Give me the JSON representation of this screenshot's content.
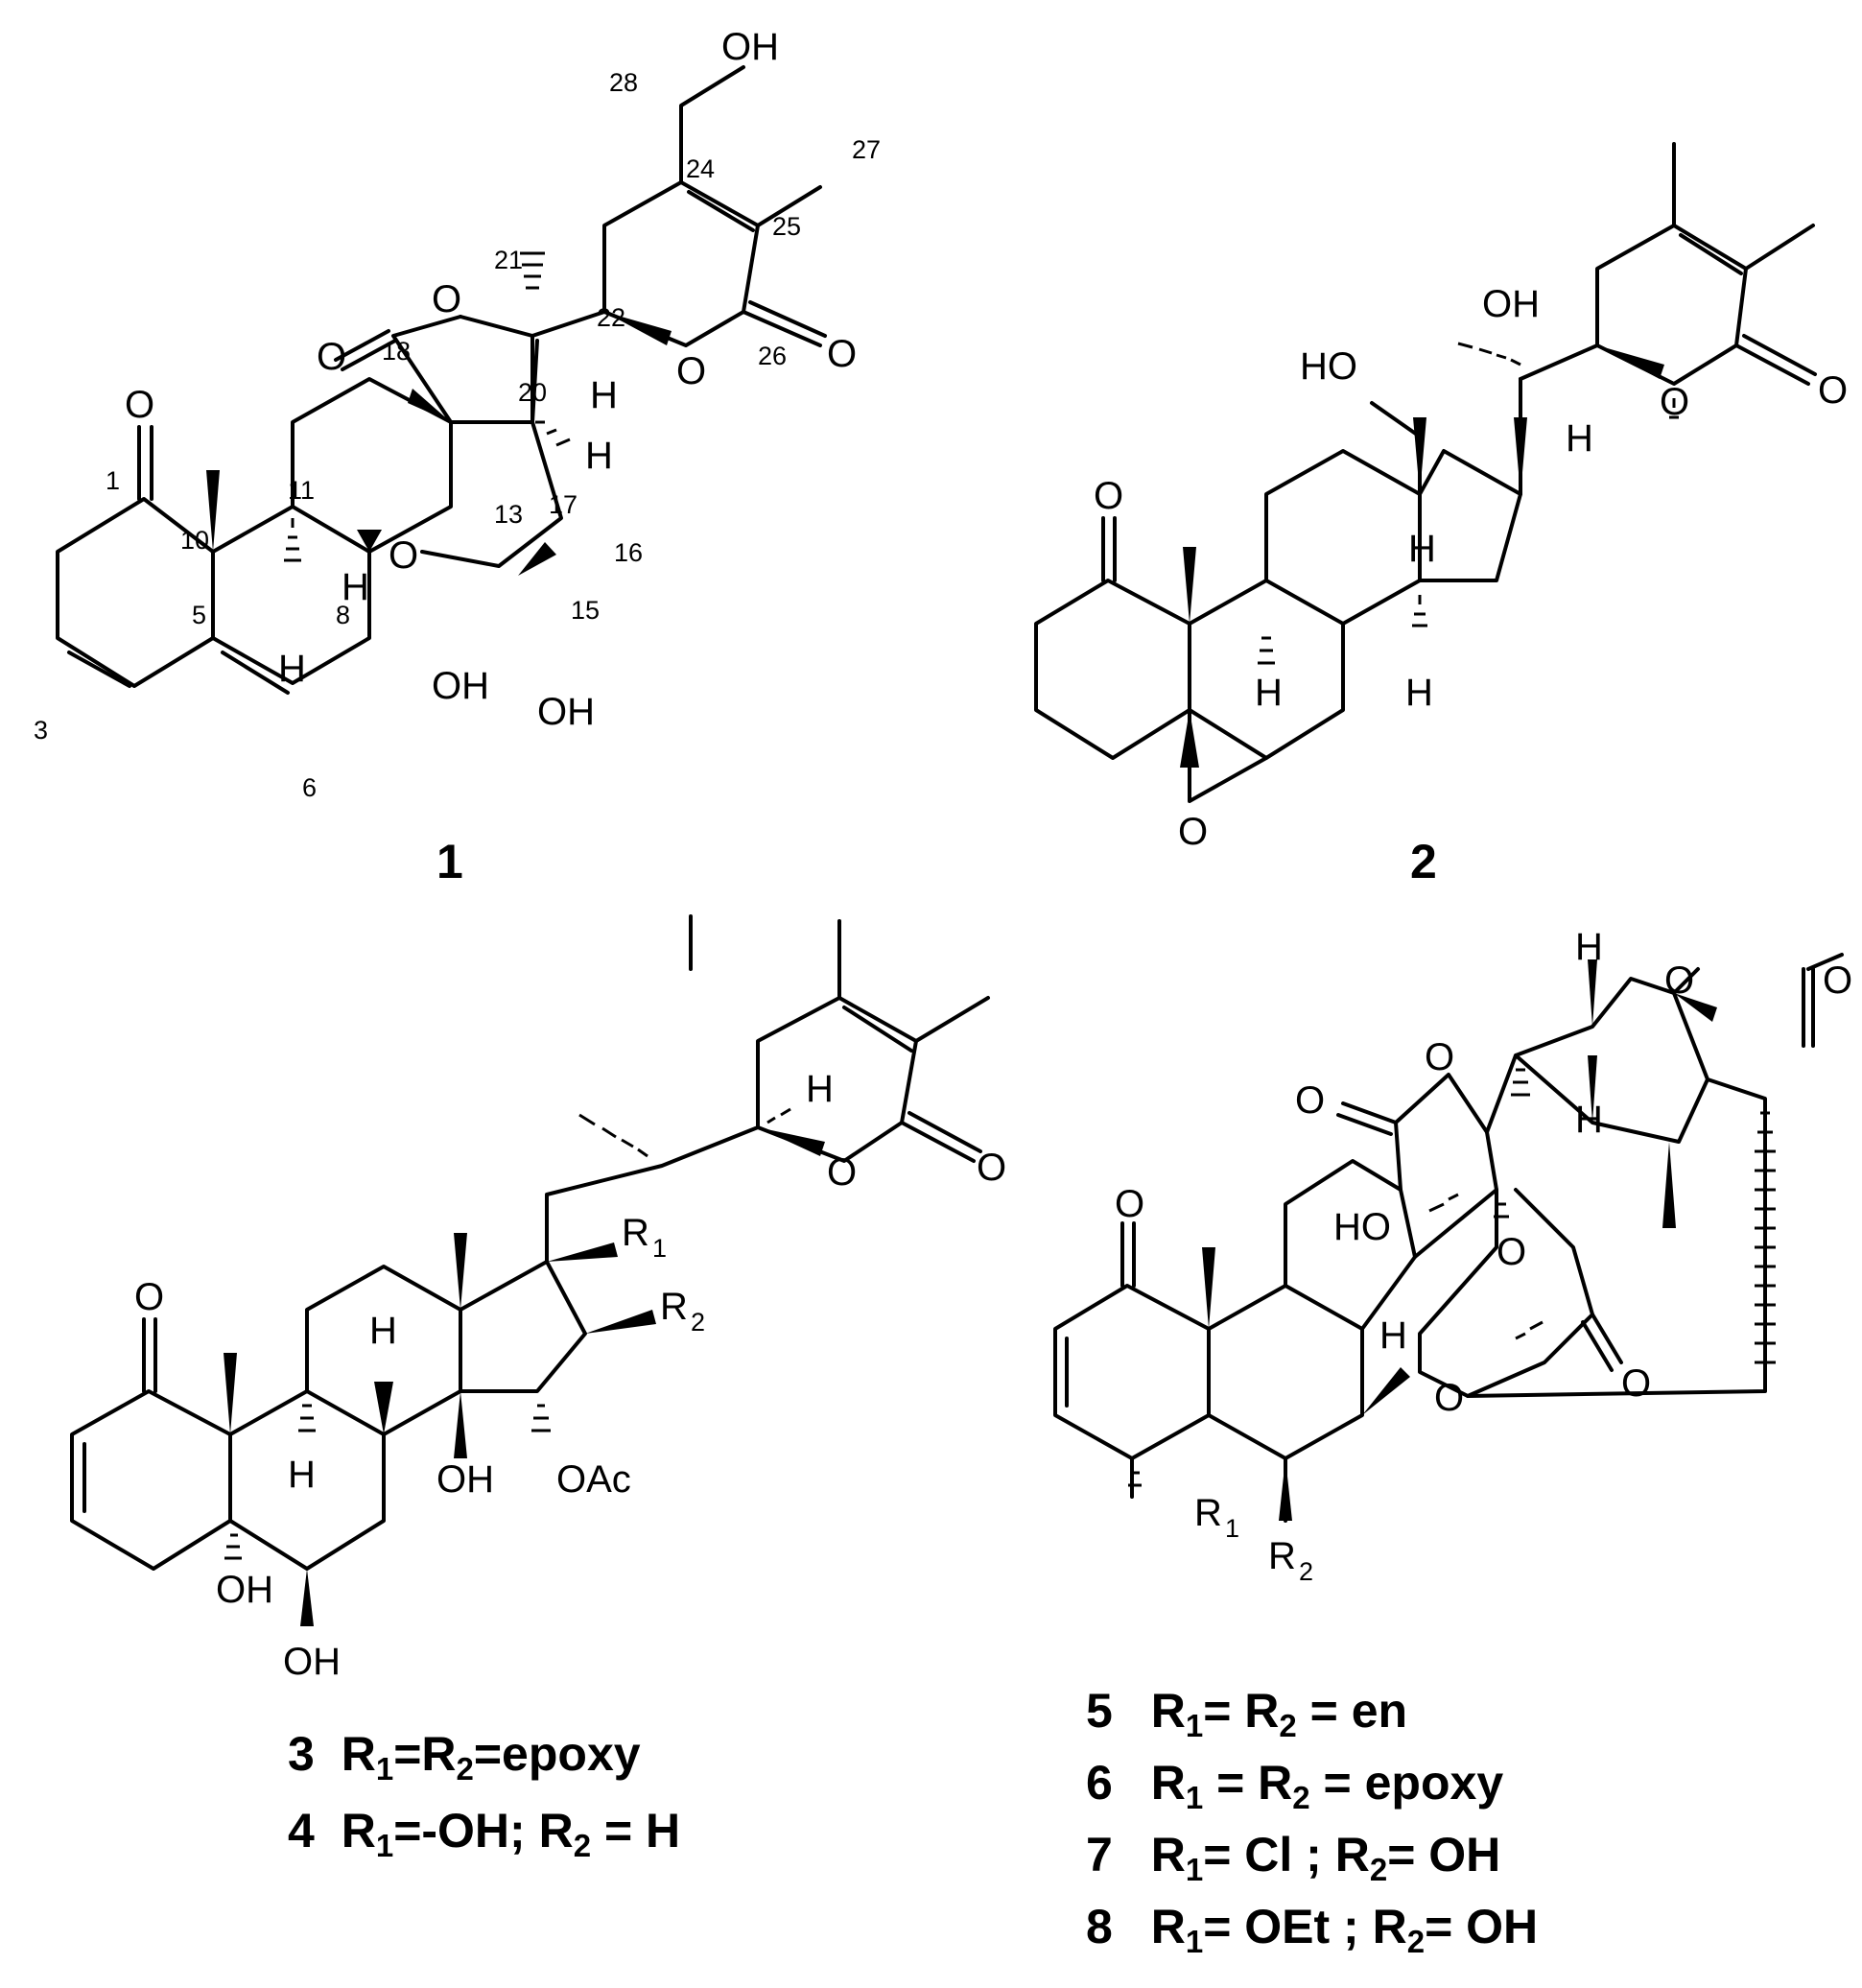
{
  "compounds": [
    {
      "id": "1",
      "label": "1"
    },
    {
      "id": "2",
      "label": "2"
    },
    {
      "id": "3",
      "label": "3"
    },
    {
      "id": "4",
      "label": "4"
    },
    {
      "id": "5",
      "label": "5"
    },
    {
      "id": "6",
      "label": "6"
    },
    {
      "id": "7",
      "label": "7"
    },
    {
      "id": "8",
      "label": "8"
    }
  ],
  "atom_labels": {
    "O": "O",
    "OH": "OH",
    "HO": "HO",
    "H": "H",
    "OAc": "OAc",
    "R": "R",
    "sub1": "1",
    "sub2": "2"
  },
  "carbon_numbers": [
    "1",
    "3",
    "5",
    "6",
    "8",
    "10",
    "11",
    "13",
    "15",
    "16",
    "17",
    "18",
    "20",
    "21",
    "22",
    "24",
    "25",
    "26",
    "27",
    "28"
  ],
  "legend_3_4": [
    {
      "compound": "3",
      "text": "R1=R2=epoxy"
    },
    {
      "compound": "4",
      "text": "R1=-OH; R2 = H"
    }
  ],
  "legend_5_8": [
    {
      "compound": "5",
      "text": "R1= R2 = en"
    },
    {
      "compound": "6",
      "text": "R1 = R2 = epoxy"
    },
    {
      "compound": "7",
      "text": "R1= Cl ;  R2= OH"
    },
    {
      "compound": "8",
      "text": "R1= OEt ;  R2= OH"
    }
  ]
}
